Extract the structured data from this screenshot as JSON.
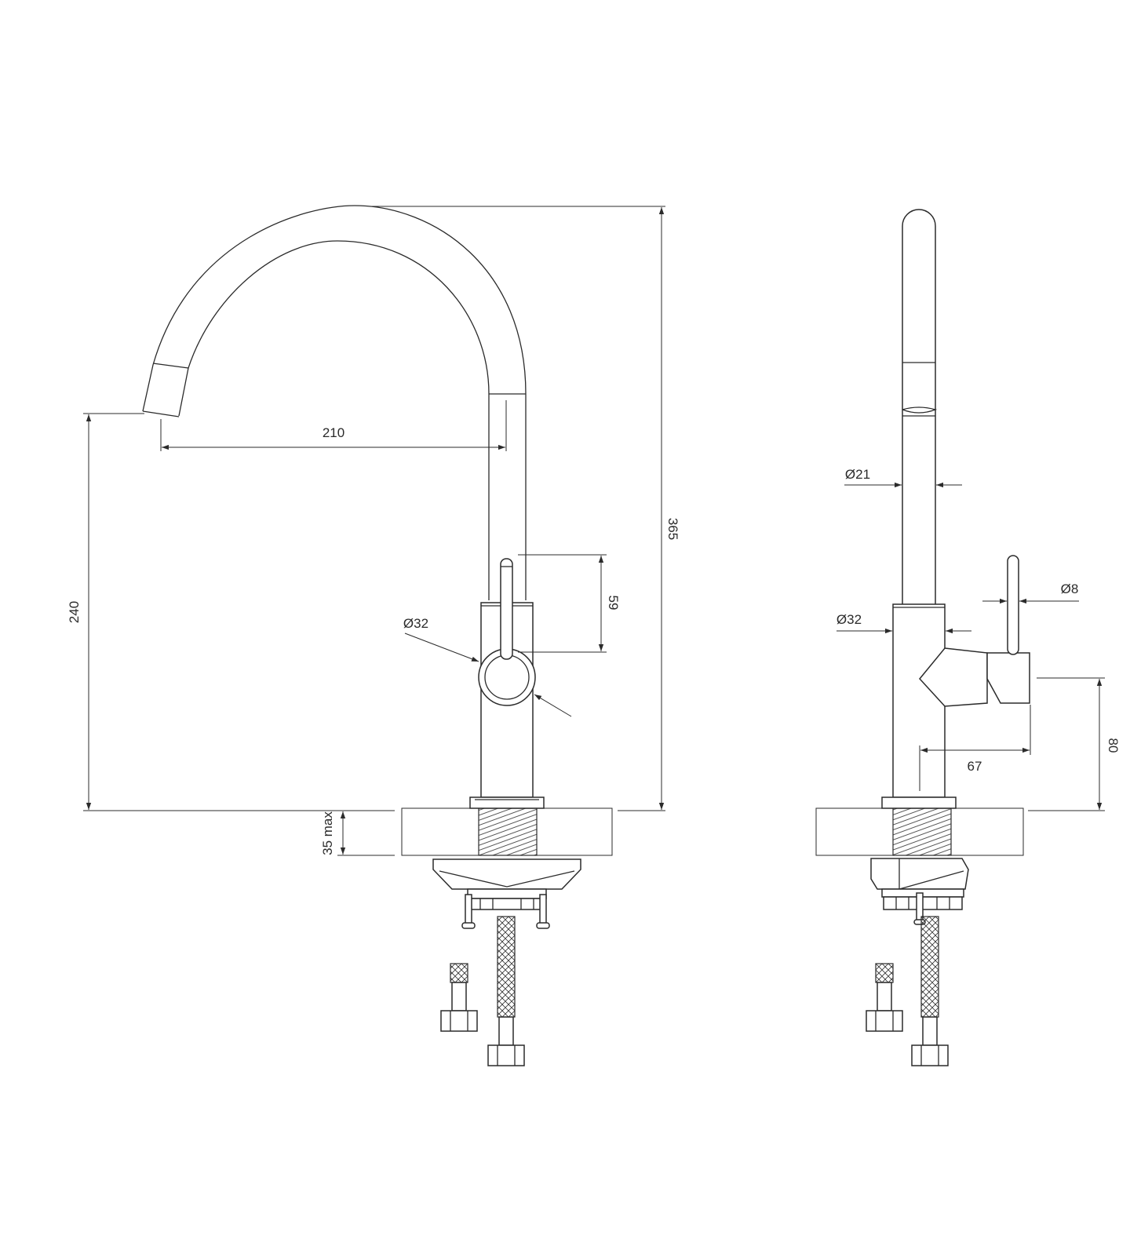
{
  "drawing": {
    "front_view": {
      "dimensions": {
        "spout_reach": "210",
        "spout_height": "240",
        "total_height": "365",
        "lever_height": "59",
        "body_diameter": "Ø32",
        "mount_thickness": "35 max"
      }
    },
    "side_view": {
      "dimensions": {
        "spout_diameter": "Ø21",
        "lever_diameter": "Ø8",
        "body_diameter": "Ø32",
        "lever_reach": "67",
        "lever_axis_height": "80"
      }
    }
  }
}
